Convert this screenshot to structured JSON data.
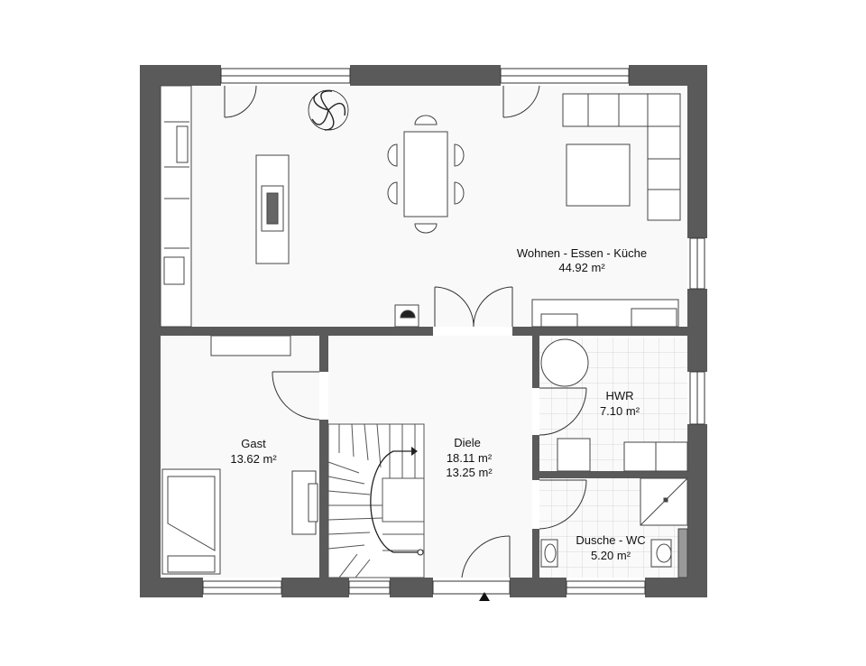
{
  "rooms": {
    "living": {
      "name": "Wohnen - Essen - Küche",
      "area": "44.92 m²"
    },
    "utility": {
      "name": "HWR",
      "area": "7.10 m²"
    },
    "guest": {
      "name": "Gast",
      "area": "13.62 m²"
    },
    "hall": {
      "name": "Diele",
      "area": "18.11 m²",
      "area_alt": "13.25 m²"
    },
    "bath": {
      "name": "Dusche - WC",
      "area": "5.20 m²"
    }
  },
  "colors": {
    "wall": "#5a5a5a",
    "floor": "#f8f8f8",
    "tile_grid": "#dcdcdc",
    "line": "#333333"
  }
}
